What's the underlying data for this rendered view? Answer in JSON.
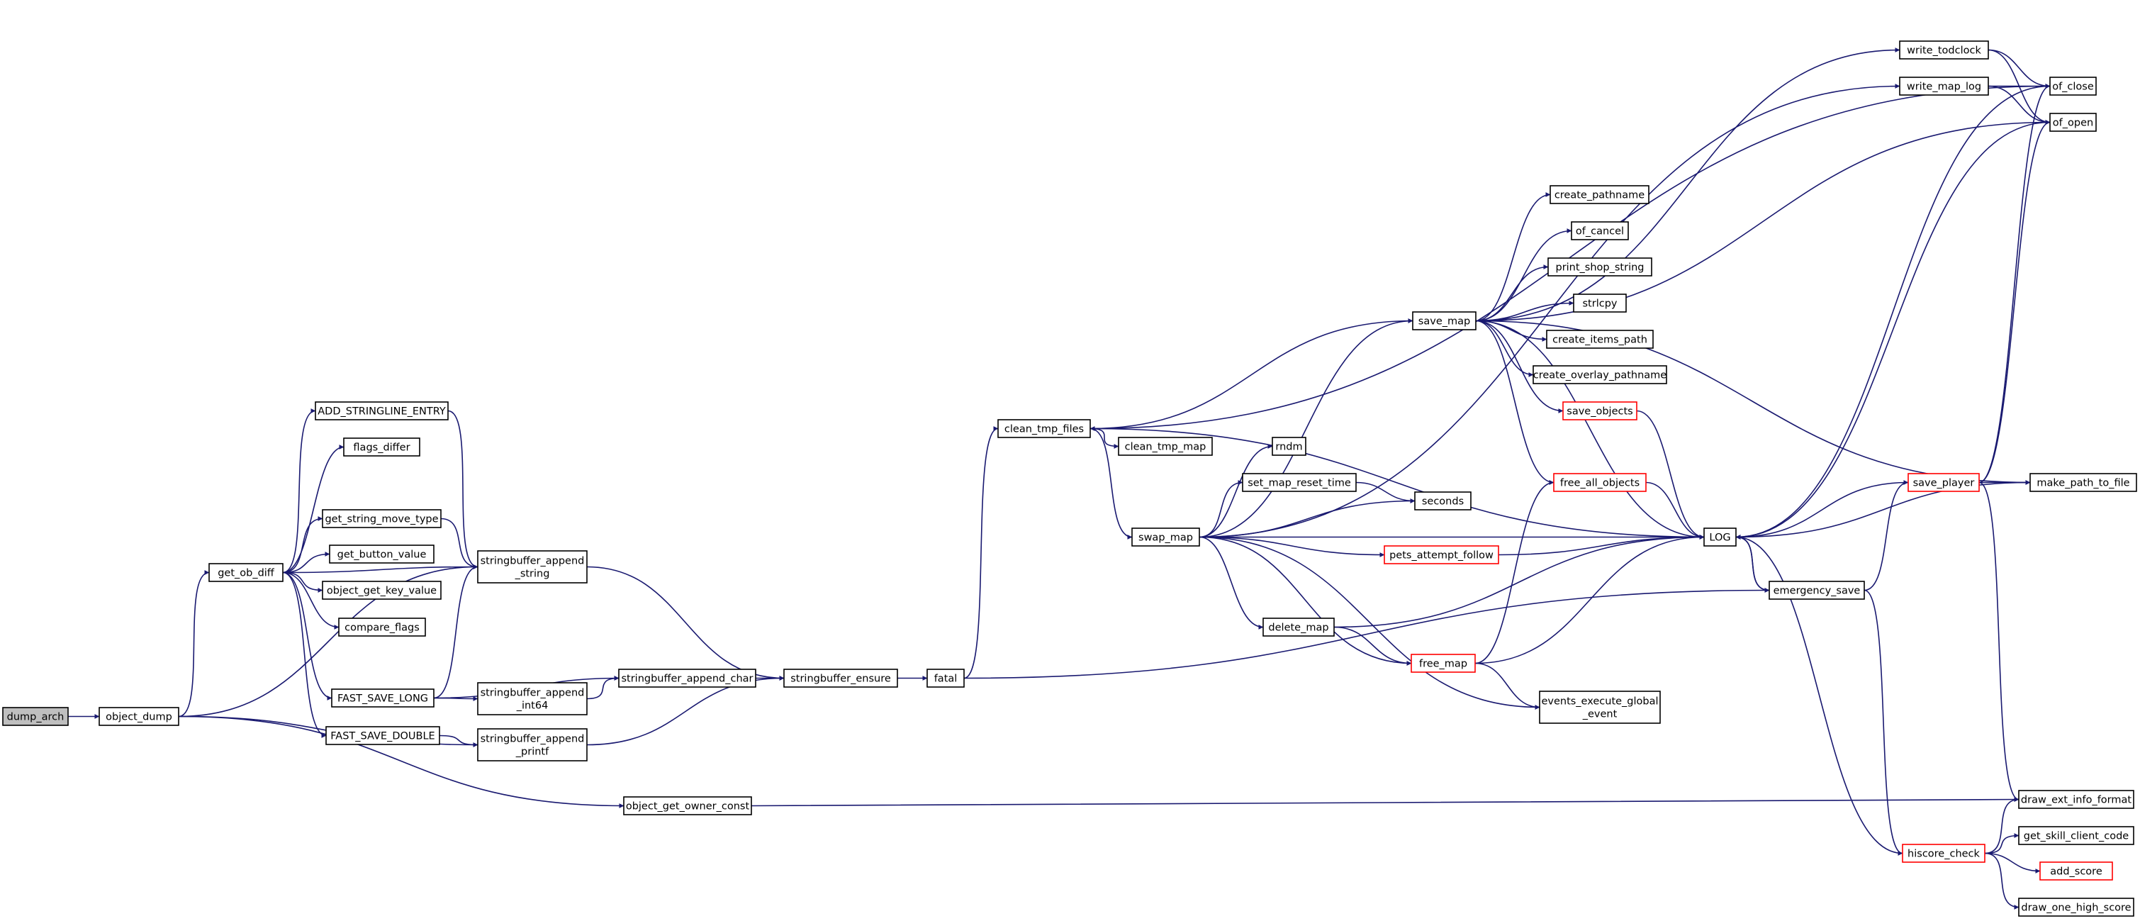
{
  "graph": {
    "colors": {
      "edge": "#191970",
      "border": "#000000",
      "truncated_border": "#ff0000",
      "root_fill": "#bfbfbf",
      "node_fill": "#ffffff"
    },
    "nodes": [
      {
        "id": "dump_arch",
        "lines": [
          "dump_arch"
        ],
        "root": true
      },
      {
        "id": "object_dump",
        "lines": [
          "object_dump"
        ]
      },
      {
        "id": "get_ob_diff",
        "lines": [
          "get_ob_diff"
        ]
      },
      {
        "id": "ADD_STRINGLINE_ENTRY",
        "lines": [
          "ADD_STRINGLINE_ENTRY"
        ]
      },
      {
        "id": "flags_differ",
        "lines": [
          "flags_differ"
        ]
      },
      {
        "id": "get_string_move_type",
        "lines": [
          "get_string_move_type"
        ]
      },
      {
        "id": "get_button_value",
        "lines": [
          "get_button_value"
        ]
      },
      {
        "id": "object_get_key_value",
        "lines": [
          "object_get_key_value"
        ]
      },
      {
        "id": "compare_flags",
        "lines": [
          "compare_flags"
        ]
      },
      {
        "id": "FAST_SAVE_LONG",
        "lines": [
          "FAST_SAVE_LONG"
        ]
      },
      {
        "id": "FAST_SAVE_DOUBLE",
        "lines": [
          "FAST_SAVE_DOUBLE"
        ]
      },
      {
        "id": "sb_append_string",
        "lines": [
          "stringbuffer_append",
          "_string"
        ]
      },
      {
        "id": "sb_append_int64",
        "lines": [
          "stringbuffer_append",
          "_int64"
        ]
      },
      {
        "id": "sb_append_printf",
        "lines": [
          "stringbuffer_append",
          "_printf"
        ]
      },
      {
        "id": "sb_append_char",
        "lines": [
          "stringbuffer_append_char"
        ]
      },
      {
        "id": "sb_ensure",
        "lines": [
          "stringbuffer_ensure"
        ]
      },
      {
        "id": "object_get_owner_const",
        "lines": [
          "object_get_owner_const"
        ]
      },
      {
        "id": "fatal",
        "lines": [
          "fatal"
        ]
      },
      {
        "id": "clean_tmp_files",
        "lines": [
          "clean_tmp_files"
        ]
      },
      {
        "id": "clean_tmp_map",
        "lines": [
          "clean_tmp_map"
        ]
      },
      {
        "id": "swap_map",
        "lines": [
          "swap_map"
        ]
      },
      {
        "id": "rndm",
        "lines": [
          "rndm"
        ]
      },
      {
        "id": "set_map_reset_time",
        "lines": [
          "set_map_reset_time"
        ]
      },
      {
        "id": "seconds",
        "lines": [
          "seconds"
        ]
      },
      {
        "id": "pets_attempt_follow",
        "lines": [
          "pets_attempt_follow"
        ],
        "truncated": true
      },
      {
        "id": "delete_map",
        "lines": [
          "delete_map"
        ]
      },
      {
        "id": "free_map",
        "lines": [
          "free_map"
        ],
        "truncated": true
      },
      {
        "id": "events_execute_global_event",
        "lines": [
          "events_execute_global",
          "_event"
        ]
      },
      {
        "id": "save_map",
        "lines": [
          "save_map"
        ]
      },
      {
        "id": "create_pathname",
        "lines": [
          "create_pathname"
        ]
      },
      {
        "id": "of_cancel",
        "lines": [
          "of_cancel"
        ]
      },
      {
        "id": "print_shop_string",
        "lines": [
          "print_shop_string"
        ]
      },
      {
        "id": "strlcpy",
        "lines": [
          "strlcpy"
        ]
      },
      {
        "id": "create_items_path",
        "lines": [
          "create_items_path"
        ]
      },
      {
        "id": "create_overlay_pathname",
        "lines": [
          "create_overlay_pathname"
        ]
      },
      {
        "id": "save_objects",
        "lines": [
          "save_objects"
        ],
        "truncated": true
      },
      {
        "id": "free_all_objects",
        "lines": [
          "free_all_objects"
        ],
        "truncated": true
      },
      {
        "id": "LOG",
        "lines": [
          "LOG"
        ]
      },
      {
        "id": "emergency_save",
        "lines": [
          "emergency_save"
        ]
      },
      {
        "id": "save_player",
        "lines": [
          "save_player"
        ],
        "truncated": true
      },
      {
        "id": "hiscore_check",
        "lines": [
          "hiscore_check"
        ],
        "truncated": true
      },
      {
        "id": "write_todclock",
        "lines": [
          "write_todclock"
        ]
      },
      {
        "id": "write_map_log",
        "lines": [
          "write_map_log"
        ]
      },
      {
        "id": "of_close",
        "lines": [
          "of_close"
        ]
      },
      {
        "id": "of_open",
        "lines": [
          "of_open"
        ]
      },
      {
        "id": "make_path_to_file",
        "lines": [
          "make_path_to_file"
        ]
      },
      {
        "id": "draw_ext_info_format",
        "lines": [
          "draw_ext_info_format"
        ]
      },
      {
        "id": "get_skill_client_code",
        "lines": [
          "get_skill_client_code"
        ]
      },
      {
        "id": "add_score",
        "lines": [
          "add_score"
        ],
        "truncated": true
      },
      {
        "id": "draw_one_high_score",
        "lines": [
          "draw_one_high_score"
        ]
      }
    ],
    "edges": [
      {
        "from": "dump_arch",
        "to": "object_dump"
      },
      {
        "from": "object_dump",
        "to": "get_ob_diff"
      },
      {
        "from": "object_dump",
        "to": "sb_append_string"
      },
      {
        "from": "object_dump",
        "to": "sb_append_printf"
      },
      {
        "from": "object_dump",
        "to": "object_get_owner_const"
      },
      {
        "from": "get_ob_diff",
        "to": "ADD_STRINGLINE_ENTRY"
      },
      {
        "from": "get_ob_diff",
        "to": "flags_differ"
      },
      {
        "from": "get_ob_diff",
        "to": "sb_append_string"
      },
      {
        "from": "get_ob_diff",
        "to": "get_string_move_type"
      },
      {
        "from": "get_ob_diff",
        "to": "get_button_value"
      },
      {
        "from": "get_ob_diff",
        "to": "object_get_key_value"
      },
      {
        "from": "get_ob_diff",
        "to": "compare_flags"
      },
      {
        "from": "get_ob_diff",
        "to": "FAST_SAVE_LONG"
      },
      {
        "from": "get_ob_diff",
        "to": "FAST_SAVE_DOUBLE"
      },
      {
        "from": "ADD_STRINGLINE_ENTRY",
        "to": "sb_append_string"
      },
      {
        "from": "get_string_move_type",
        "to": "sb_append_string"
      },
      {
        "from": "FAST_SAVE_LONG",
        "to": "sb_append_string"
      },
      {
        "from": "FAST_SAVE_LONG",
        "to": "sb_append_char"
      },
      {
        "from": "FAST_SAVE_LONG",
        "to": "sb_append_int64"
      },
      {
        "from": "FAST_SAVE_DOUBLE",
        "to": "sb_append_printf"
      },
      {
        "from": "sb_append_int64",
        "to": "sb_append_char"
      },
      {
        "from": "sb_append_string",
        "to": "sb_ensure"
      },
      {
        "from": "sb_append_char",
        "to": "sb_ensure"
      },
      {
        "from": "sb_append_printf",
        "to": "sb_ensure"
      },
      {
        "from": "sb_ensure",
        "to": "fatal"
      },
      {
        "from": "object_get_owner_const",
        "to": "draw_ext_info_format"
      },
      {
        "from": "fatal",
        "to": "clean_tmp_files"
      },
      {
        "from": "fatal",
        "to": "emergency_save"
      },
      {
        "from": "clean_tmp_files",
        "to": "clean_tmp_map"
      },
      {
        "from": "clean_tmp_files",
        "to": "swap_map"
      },
      {
        "from": "clean_tmp_files",
        "to": "save_map"
      },
      {
        "from": "clean_tmp_files",
        "to": "of_close"
      },
      {
        "from": "swap_map",
        "to": "rndm"
      },
      {
        "from": "swap_map",
        "to": "set_map_reset_time"
      },
      {
        "from": "swap_map",
        "to": "seconds"
      },
      {
        "from": "swap_map",
        "to": "pets_attempt_follow"
      },
      {
        "from": "swap_map",
        "to": "LOG"
      },
      {
        "from": "swap_map",
        "to": "delete_map"
      },
      {
        "from": "swap_map",
        "to": "free_map"
      },
      {
        "from": "swap_map",
        "to": "events_execute_global_event"
      },
      {
        "from": "swap_map",
        "to": "save_map"
      },
      {
        "from": "swap_map",
        "to": "write_map_log"
      },
      {
        "from": "set_map_reset_time",
        "to": "seconds"
      },
      {
        "from": "pets_attempt_follow",
        "to": "LOG"
      },
      {
        "from": "delete_map",
        "to": "free_map"
      },
      {
        "from": "delete_map",
        "to": "LOG"
      },
      {
        "from": "free_map",
        "to": "free_all_objects"
      },
      {
        "from": "free_map",
        "to": "LOG"
      },
      {
        "from": "free_map",
        "to": "events_execute_global_event"
      },
      {
        "from": "save_map",
        "to": "write_todclock"
      },
      {
        "from": "save_map",
        "to": "of_open"
      },
      {
        "from": "save_map",
        "to": "make_path_to_file"
      },
      {
        "from": "save_map",
        "to": "create_pathname"
      },
      {
        "from": "save_map",
        "to": "of_cancel"
      },
      {
        "from": "save_map",
        "to": "print_shop_string"
      },
      {
        "from": "save_map",
        "to": "strlcpy"
      },
      {
        "from": "save_map",
        "to": "create_items_path"
      },
      {
        "from": "save_map",
        "to": "create_overlay_pathname"
      },
      {
        "from": "save_map",
        "to": "save_objects"
      },
      {
        "from": "save_map",
        "to": "free_all_objects"
      },
      {
        "from": "save_map",
        "to": "LOG"
      },
      {
        "from": "save_objects",
        "to": "LOG"
      },
      {
        "from": "free_all_objects",
        "to": "LOG"
      },
      {
        "from": "LOG",
        "to": "clean_tmp_files"
      },
      {
        "from": "LOG",
        "to": "emergency_save"
      },
      {
        "from": "LOG",
        "to": "of_close"
      },
      {
        "from": "LOG",
        "to": "of_open"
      },
      {
        "from": "emergency_save",
        "to": "LOG"
      },
      {
        "from": "emergency_save",
        "to": "save_player"
      },
      {
        "from": "emergency_save",
        "to": "hiscore_check"
      },
      {
        "from": "save_player",
        "to": "LOG"
      },
      {
        "from": "save_player",
        "to": "make_path_to_file"
      },
      {
        "from": "save_player",
        "to": "of_close"
      },
      {
        "from": "save_player",
        "to": "of_open"
      },
      {
        "from": "save_player",
        "to": "draw_ext_info_format"
      },
      {
        "from": "hiscore_check",
        "to": "LOG"
      },
      {
        "from": "hiscore_check",
        "to": "draw_ext_info_format"
      },
      {
        "from": "hiscore_check",
        "to": "get_skill_client_code"
      },
      {
        "from": "hiscore_check",
        "to": "add_score"
      },
      {
        "from": "hiscore_check",
        "to": "draw_one_high_score"
      },
      {
        "from": "write_todclock",
        "to": "of_close"
      },
      {
        "from": "write_todclock",
        "to": "of_open"
      },
      {
        "from": "write_map_log",
        "to": "of_close"
      },
      {
        "from": "write_map_log",
        "to": "of_open"
      },
      {
        "from": "make_path_to_file",
        "to": "LOG"
      }
    ]
  }
}
